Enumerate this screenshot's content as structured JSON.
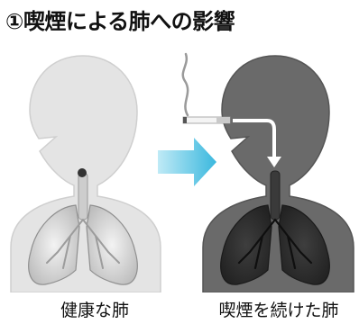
{
  "title": "①喫煙による肺への影響",
  "captions": {
    "healthy": "健康な肺",
    "smoker": "喫煙を続けた肺"
  },
  "colors": {
    "healthy_body": "#e4e4e4",
    "smoker_body": "#6a6a6a",
    "arrow": "#3bb8de"
  },
  "icons": {
    "cigarette": "cigarette-icon",
    "smoke": "smoke-icon"
  }
}
